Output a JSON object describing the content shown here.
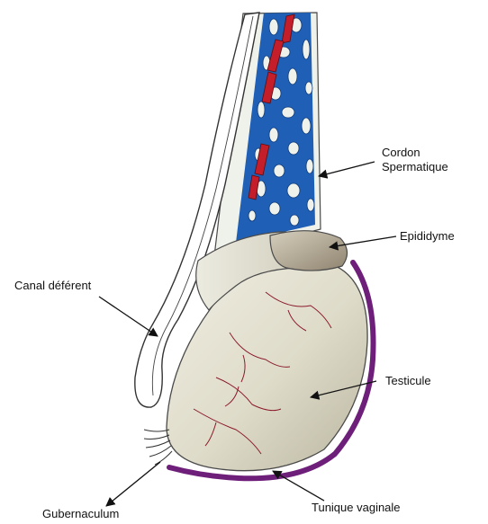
{
  "labels": {
    "cordon_line1": "Cordon",
    "cordon_line2": "Spermatique",
    "epididyme": "Epididyme",
    "canal": "Canal déférent",
    "testicule": "Testicule",
    "gubernaculum": "Gubernaculum",
    "tunique": "Tunique vaginale"
  },
  "colors": {
    "vein": "#1f5fb5",
    "artery": "#c41e2a",
    "tunica": "#6e1f7a",
    "vessel": "#8b1a2b",
    "testis": "#e2dfcf",
    "epididymis": "#b7ad99",
    "cord_bg": "#eef2ea",
    "canal": "#ffffff"
  }
}
